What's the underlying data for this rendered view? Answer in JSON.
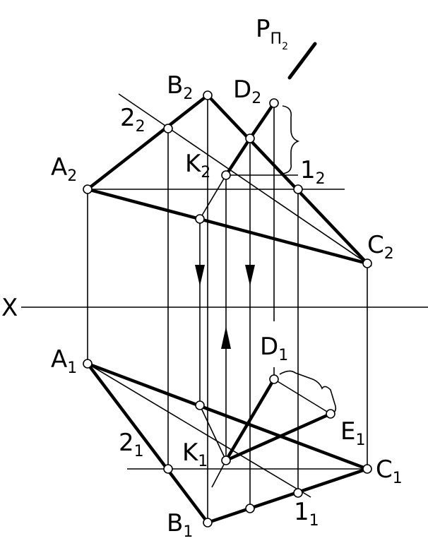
{
  "labels": {
    "plane": {
      "main": "P",
      "sub": "Π",
      "subsub": "2"
    },
    "axis": "X",
    "A2": {
      "main": "A",
      "sub": "2"
    },
    "B2": {
      "main": "B",
      "sub": "2"
    },
    "C2": {
      "main": "C",
      "sub": "2"
    },
    "D2": {
      "main": "D",
      "sub": "2"
    },
    "K2": {
      "main": "K",
      "sub": "2"
    },
    "p2_2": {
      "main": "2",
      "sub": "2"
    },
    "p1_2": {
      "main": "1",
      "sub": "2"
    },
    "A1": {
      "main": "A",
      "sub": "1"
    },
    "B1": {
      "main": "B",
      "sub": "1"
    },
    "C1": {
      "main": "C",
      "sub": "1"
    },
    "D1": {
      "main": "D",
      "sub": "1"
    },
    "E1": {
      "main": "E",
      "sub": "1"
    },
    "K1": {
      "main": "K",
      "sub": "1"
    },
    "p2_1": {
      "main": "2",
      "sub": "1"
    },
    "p1_1": {
      "main": "1",
      "sub": "1"
    }
  }
}
